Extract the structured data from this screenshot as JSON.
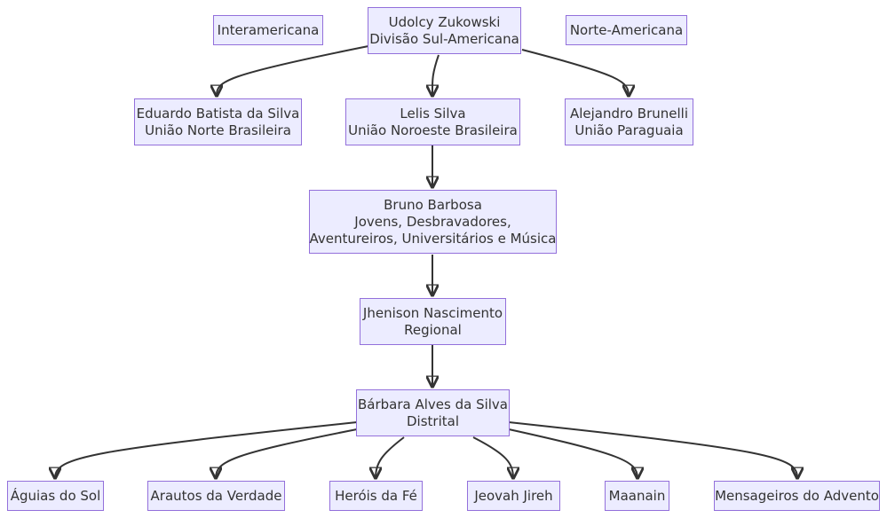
{
  "diagram": {
    "nodes": {
      "interamericana": {
        "lines": [
          "Interamericana"
        ]
      },
      "udolcy": {
        "lines": [
          "Udolcy Zukowski",
          "Divisão Sul-Americana"
        ]
      },
      "norte_americana": {
        "lines": [
          "Norte-Americana"
        ]
      },
      "eduardo": {
        "lines": [
          "Eduardo Batista da Silva",
          "União Norte Brasileira"
        ]
      },
      "lelis": {
        "lines": [
          "Lelis Silva",
          "União Noroeste Brasileira"
        ]
      },
      "alejandro": {
        "lines": [
          "Alejandro Brunelli",
          "União Paraguaia"
        ]
      },
      "bruno": {
        "lines": [
          "Bruno Barbosa",
          "Jovens, Desbravadores,",
          "Aventureiros, Universitários e Música"
        ]
      },
      "jhenison": {
        "lines": [
          "Jhenison Nascimento",
          "Regional"
        ]
      },
      "barbara": {
        "lines": [
          "Bárbara Alves da Silva",
          "Distrital"
        ]
      },
      "aguias": {
        "lines": [
          "Águias do Sol"
        ]
      },
      "arautos": {
        "lines": [
          "Arautos da Verdade"
        ]
      },
      "herois": {
        "lines": [
          "Heróis da Fé"
        ]
      },
      "jeovah": {
        "lines": [
          "Jeovah Jireh"
        ]
      },
      "maanain": {
        "lines": [
          "Maanain"
        ]
      },
      "mensageiros": {
        "lines": [
          "Mensageiros do Advento"
        ]
      }
    },
    "edges": [
      {
        "from": "udolcy",
        "to": "eduardo"
      },
      {
        "from": "udolcy",
        "to": "lelis"
      },
      {
        "from": "udolcy",
        "to": "alejandro"
      },
      {
        "from": "lelis",
        "to": "bruno"
      },
      {
        "from": "bruno",
        "to": "jhenison"
      },
      {
        "from": "jhenison",
        "to": "barbara"
      },
      {
        "from": "barbara",
        "to": "aguias"
      },
      {
        "from": "barbara",
        "to": "arautos"
      },
      {
        "from": "barbara",
        "to": "herois"
      },
      {
        "from": "barbara",
        "to": "jeovah"
      },
      {
        "from": "barbara",
        "to": "maanain"
      },
      {
        "from": "barbara",
        "to": "mensageiros"
      }
    ],
    "colors": {
      "node_fill": "#ececff",
      "node_border": "#9370db",
      "edge": "#333333",
      "text": "#333333"
    }
  }
}
